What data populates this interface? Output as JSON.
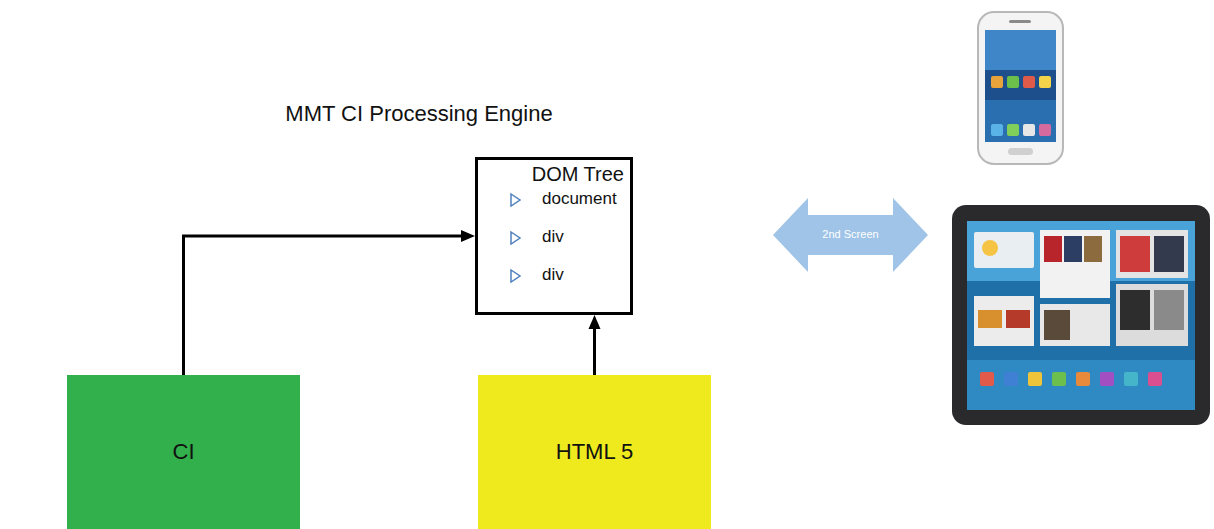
{
  "diagram": {
    "nodes": [
      {
        "text": [
          "MMT CI Processing Engine"
        ]
      },
      {
        "text": [
          "DOM Tree",
          "document",
          "div",
          "div"
        ],
        "in": 0
      },
      {
        "text": [
          "CI"
        ]
      },
      {
        "text": [
          "HTML 5"
        ]
      }
    ],
    "edges": [
      {
        "from": 2,
        "to": 1,
        "arrow": "to"
      },
      {
        "from": 3,
        "to": 1,
        "arrow": "to"
      }
    ],
    "labels": [
      "2nd Screen"
    ]
  }
}
